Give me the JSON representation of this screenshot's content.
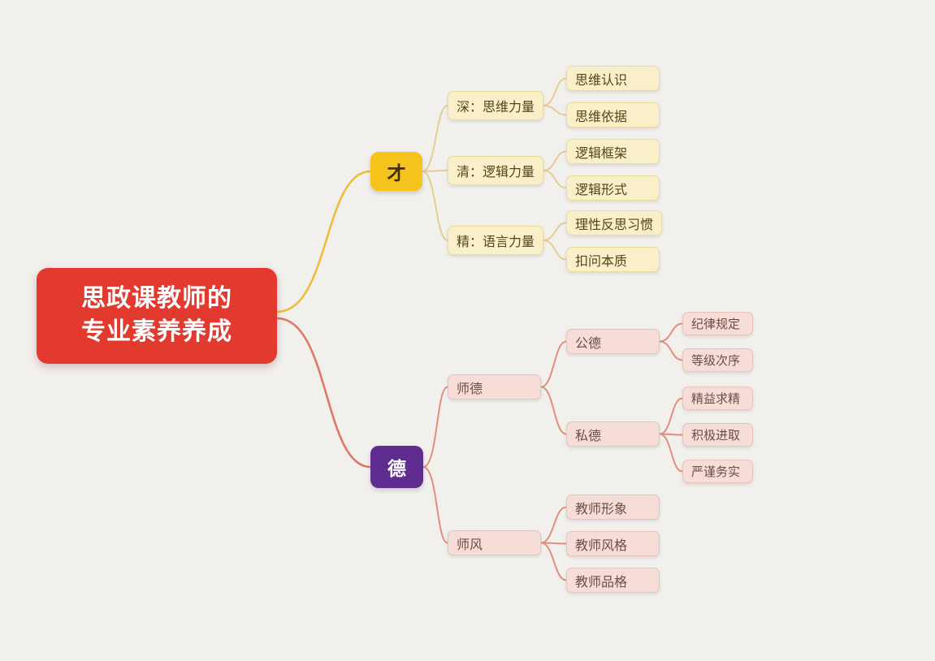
{
  "mindmap": {
    "root": {
      "line1": "思政课教师的",
      "line2": "专业素养养成"
    },
    "branches": [
      {
        "label": "才",
        "children": [
          {
            "label": "深：思维力量",
            "children": [
              {
                "label": "思维认识"
              },
              {
                "label": "思维依据"
              }
            ]
          },
          {
            "label": "清：逻辑力量",
            "children": [
              {
                "label": "逻辑框架"
              },
              {
                "label": "逻辑形式"
              }
            ]
          },
          {
            "label": "精：语言力量",
            "children": [
              {
                "label": "理性反思习惯"
              },
              {
                "label": "扣问本质"
              }
            ]
          }
        ]
      },
      {
        "label": "德",
        "children": [
          {
            "label": "师德",
            "children": [
              {
                "label": "公德",
                "children": [
                  {
                    "label": "纪律规定"
                  },
                  {
                    "label": "等级次序"
                  }
                ]
              },
              {
                "label": "私德",
                "children": [
                  {
                    "label": "精益求精"
                  },
                  {
                    "label": "积极进取"
                  },
                  {
                    "label": "严谨务实"
                  }
                ]
              }
            ]
          },
          {
            "label": "师风",
            "children": [
              {
                "label": "教师形象"
              },
              {
                "label": "教师风格"
              },
              {
                "label": "教师品格"
              }
            ]
          }
        ]
      }
    ],
    "colors": {
      "background": "#f2f0ed",
      "root_fill": "#e23a2e",
      "root_text": "#ffffff",
      "cai_fill": "#f6c31d",
      "de_fill": "#5e2b8f",
      "yellow_box_fill": "#f9f0c9",
      "pink_box_fill": "#f6ddd8",
      "yellow_line": "#eebd3c",
      "salmon_line": "#df7866"
    }
  }
}
